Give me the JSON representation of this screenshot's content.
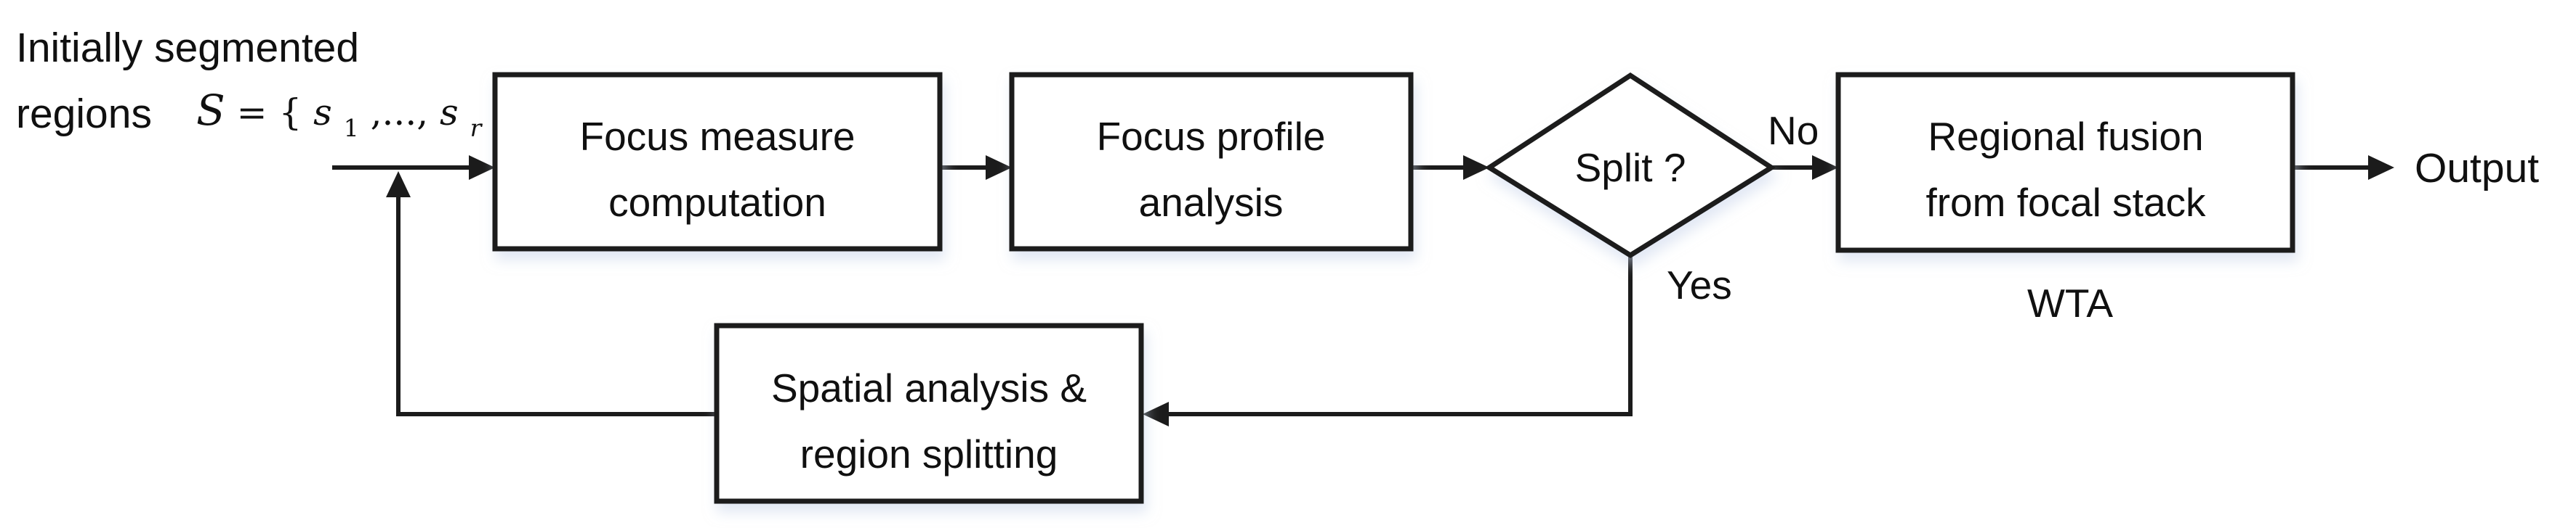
{
  "figure": {
    "background": "#ffffff",
    "line_color": "#1b1b1b",
    "text_color": "#101010",
    "shadow_color": "#c9d5eb",
    "input_caption": {
      "line1": "Initially segmented",
      "line2": "regions"
    },
    "formula": {
      "S": "S",
      "equals": " = ",
      "open_brace": "{",
      "s_first": "s",
      "sub_first": "1",
      "separator": " ,..., ",
      "s_last": "s",
      "sub_last": "r",
      "close_brace": "}"
    },
    "nodes": {
      "focus_measure": {
        "line1": "Focus measure",
        "line2": "computation"
      },
      "focus_profile": {
        "line1": "Focus profile",
        "line2": "analysis"
      },
      "split_decision": {
        "label": "Split ?"
      },
      "regional_fusion": {
        "line1": "Regional fusion",
        "line2": "from focal stack",
        "sublabel": "WTA"
      },
      "spatial_splitting": {
        "line1": "Spatial analysis &",
        "line2": "region splitting"
      }
    },
    "branch_labels": {
      "no": "No",
      "yes": "Yes"
    },
    "output_label": "Output"
  }
}
